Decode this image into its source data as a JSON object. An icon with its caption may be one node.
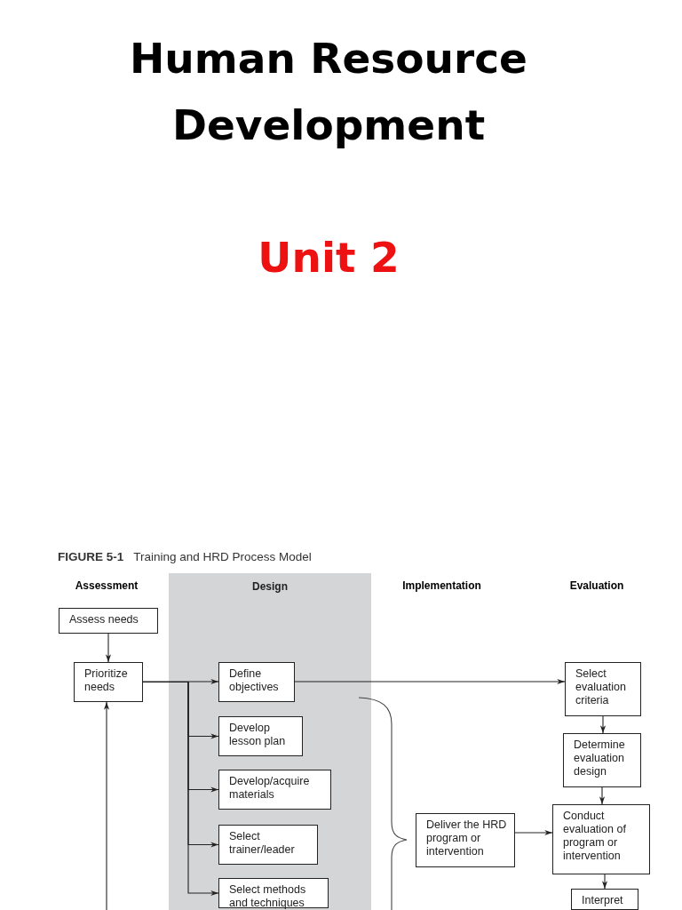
{
  "diagram": {
    "title": "Human Resource Development",
    "caption": "**FIGURE 5-1**   Training and HRD Process Model",
    "nodes": [
      {
        "text": [
          "Design"
        ]
      },
      {
        "text": [
          "Assess needs"
        ]
      },
      {
        "text": [
          "Prioritize needs"
        ]
      },
      {
        "text": [
          "Define objectives"
        ],
        "in": 0
      },
      {
        "text": [
          "Develop lesson plan"
        ],
        "in": 0
      },
      {
        "text": [
          "Develop/acquire materials"
        ],
        "in": 0
      },
      {
        "text": [
          "Select trainer/leader"
        ],
        "in": 0
      },
      {
        "text": [
          "Select methods and techniques"
        ],
        "in": 0
      },
      {
        "text": [
          "Select evaluation criteria"
        ]
      },
      {
        "text": [
          "Determine evaluation design"
        ]
      },
      {
        "text": [
          "Deliver the HRD program or intervention"
        ]
      },
      {
        "text": [
          "Conduct evaluation of program or intervention"
        ]
      },
      {
        "text": [
          "Interpret"
        ]
      }
    ],
    "edges": [
      {
        "from": 1,
        "to": 2,
        "arrow": "to"
      },
      {
        "from": 2,
        "to": 3,
        "arrow": "to"
      },
      {
        "from": 2,
        "to": 4,
        "arrow": "to"
      },
      {
        "from": 2,
        "to": 5,
        "arrow": "to"
      },
      {
        "from": 2,
        "to": 6,
        "arrow": "to"
      },
      {
        "from": 2,
        "to": 7,
        "arrow": "to"
      },
      {
        "from": 3,
        "to": 8,
        "arrow": "to"
      },
      {
        "from": 8,
        "to": 9,
        "arrow": "to"
      },
      {
        "from": 9,
        "to": 11,
        "arrow": "to"
      },
      {
        "from": 10,
        "to": 11,
        "arrow": "to"
      },
      {
        "from": 11,
        "to": 12,
        "arrow": "to"
      },
      {
        "from": null,
        "to": 2,
        "arrow": "to"
      }
    ],
    "labels": [
      "Unit 2",
      "Assessment",
      "Implementation",
      "Evaluation"
    ]
  }
}
